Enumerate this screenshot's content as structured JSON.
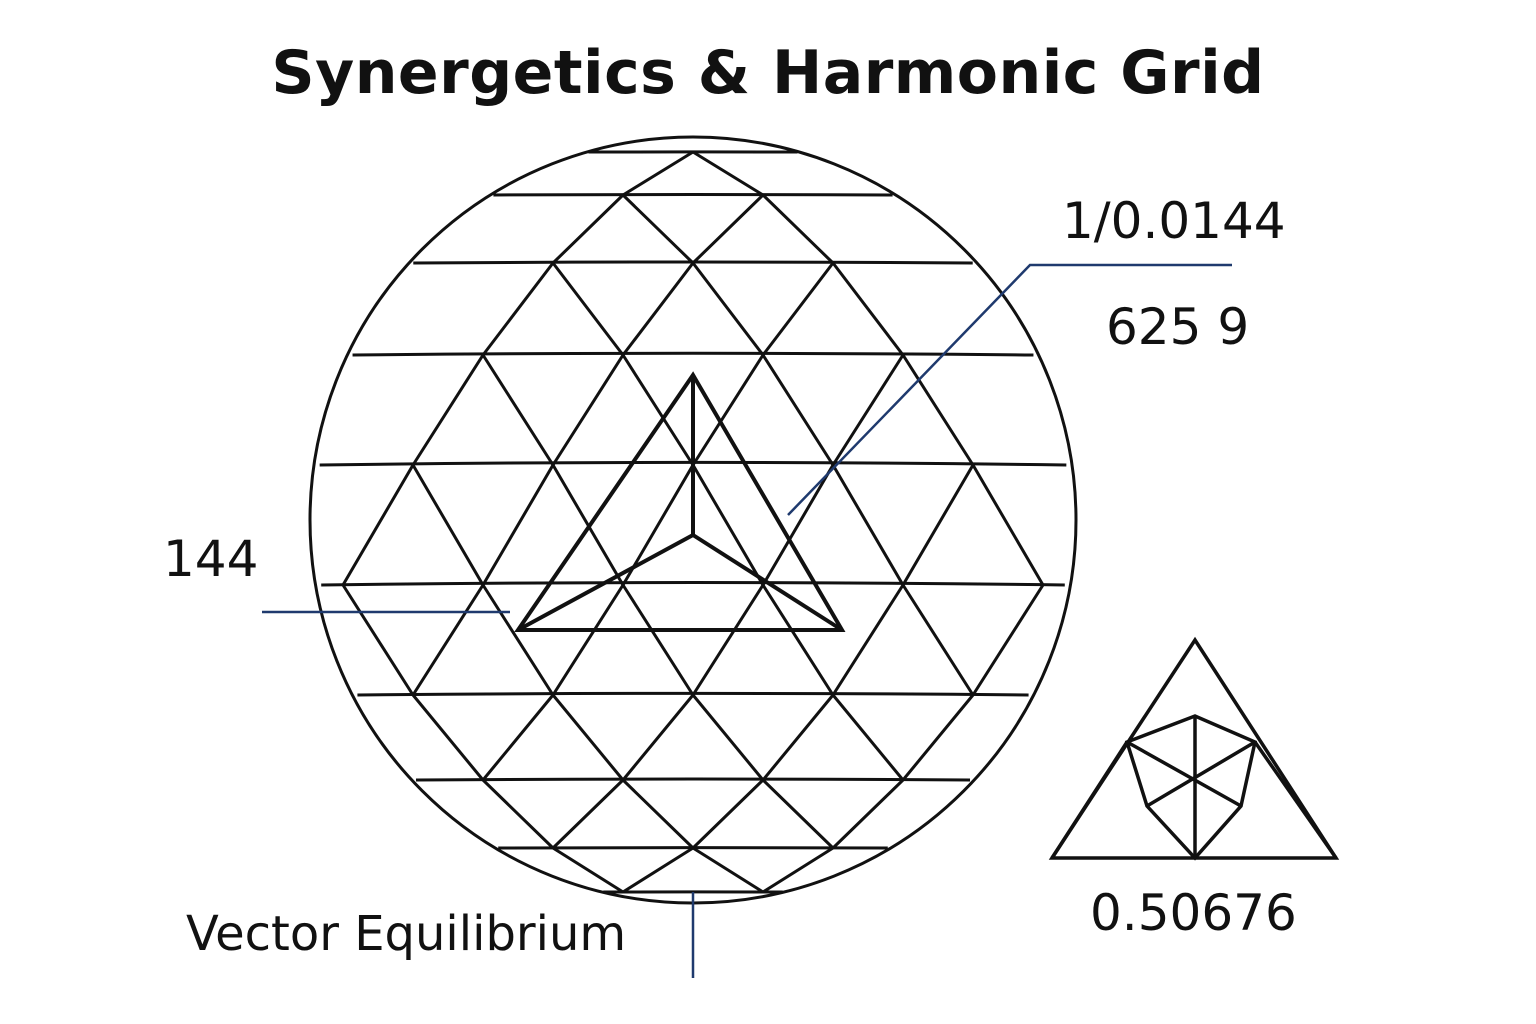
{
  "title": "Synergetics & Harmonic Grid",
  "labels": {
    "top_right": "1/0.0144",
    "mid_right": "625 9",
    "left": "144",
    "bottom_left": "Vector Equilibrium",
    "small_triangle": "0.50676"
  },
  "colors": {
    "line": "#111111",
    "leader": "#1f3a6e"
  }
}
